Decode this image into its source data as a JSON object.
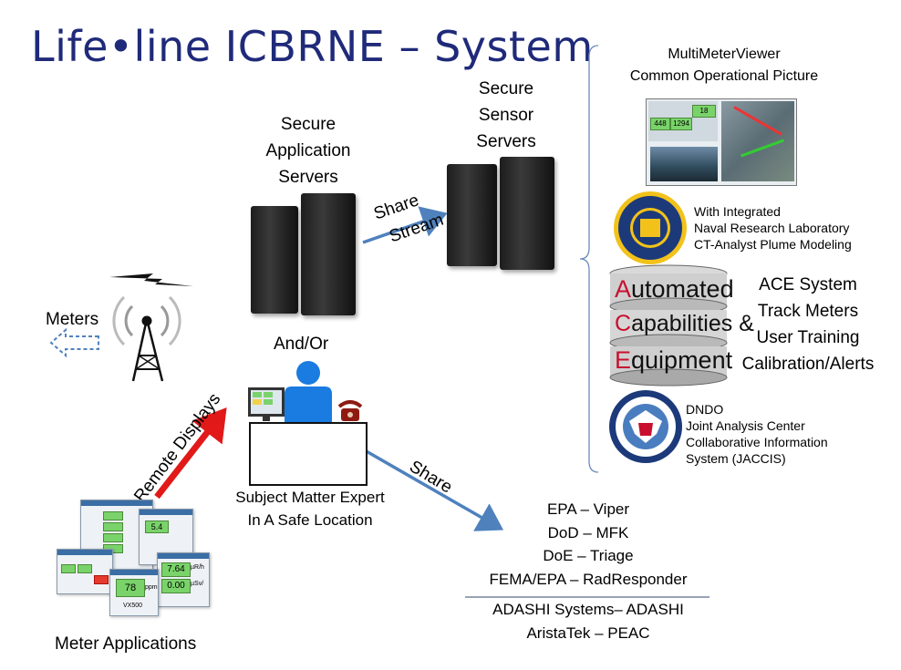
{
  "title": "Life•line ICBRNE – System",
  "servers": {
    "application": [
      "Secure",
      "Application",
      "Servers"
    ],
    "sensor": [
      "Secure",
      "Sensor",
      "Servers"
    ],
    "share_stream": [
      "Share",
      "Stream"
    ]
  },
  "meters_label": "Meters",
  "and_or": "And/Or",
  "remote_displays": "Remote Displays",
  "sme": [
    "Subject Matter Expert",
    "In A Safe Location"
  ],
  "share_label": "Share",
  "meter_applications": "Meter Applications",
  "meter_screens": {
    "value_green": "5.4",
    "value_78": "78",
    "value_764": "7.64",
    "value_000": "0.00",
    "unit_ppm": "ppm",
    "unit_urh": "µR/h",
    "unit_usv": "µSv/",
    "model": "VX500"
  },
  "cop": {
    "line1": "MultiMeterViewer",
    "line2": "Common Operational Picture",
    "cells": [
      "448",
      "1294",
      "18"
    ]
  },
  "nrl": [
    "With Integrated",
    "Naval Research Laboratory",
    "CT-Analyst  Plume Modeling"
  ],
  "ace": {
    "words": [
      {
        "first": "A",
        "rest": "utomated"
      },
      {
        "first": "C",
        "rest": "apabilities &"
      },
      {
        "first": "E",
        "rest": "quipment"
      }
    ],
    "features": [
      "ACE System",
      "Track Meters",
      "User Training",
      "Calibration/Alerts"
    ]
  },
  "dndo": [
    "DNDO",
    "Joint Analysis Center",
    "Collaborative Information",
    "System (JACCIS)"
  ],
  "share_list": [
    "EPA – Viper",
    "DoD – MFK",
    "DoE – Triage",
    "FEMA/EPA – RadResponder"
  ],
  "other_list": [
    "ADASHI Systems– ADASHI",
    "AristaTek – PEAC"
  ],
  "colors": {
    "title": "#1f2a7a",
    "arrow_blue": "#4f81bd",
    "arrow_red": "#e11919",
    "person": "#1a7be0"
  }
}
